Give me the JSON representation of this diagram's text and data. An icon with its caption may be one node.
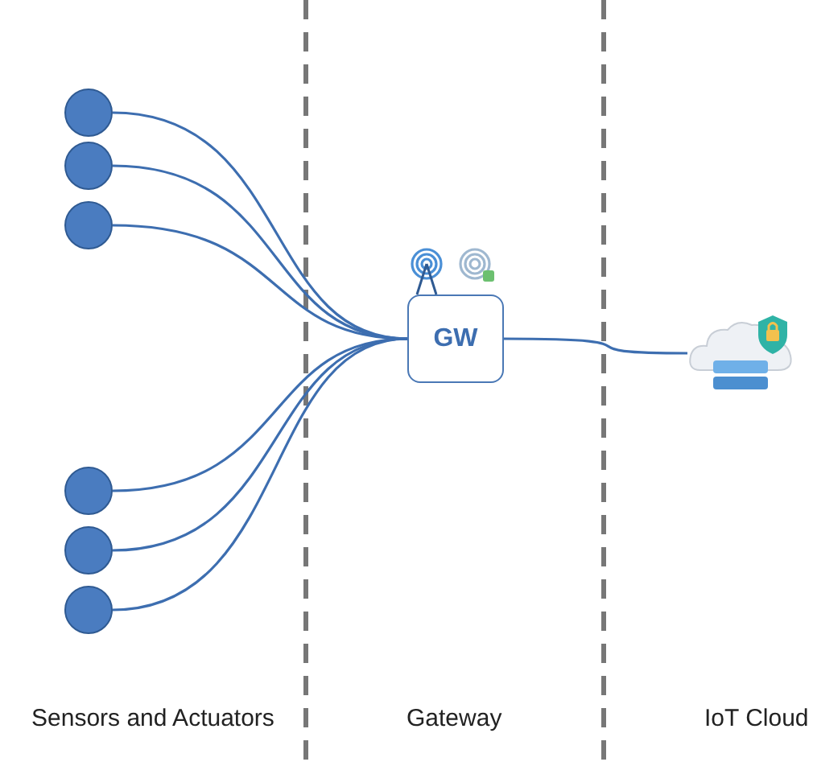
{
  "diagram": {
    "nodes": [
      {
        "text": [],
        "shape": "circle"
      },
      {
        "text": [],
        "shape": "circle"
      },
      {
        "text": [],
        "shape": "circle"
      },
      {
        "text": [],
        "shape": "circle"
      },
      {
        "text": [],
        "shape": "circle"
      },
      {
        "text": [],
        "shape": "circle"
      },
      {
        "text": [
          "GW"
        ]
      },
      {
        "text": [],
        "shape": "cloud"
      }
    ],
    "edges": [
      {
        "from": 0,
        "to": 6,
        "arrow": "none"
      },
      {
        "from": 1,
        "to": 6,
        "arrow": "none"
      },
      {
        "from": 2,
        "to": 6,
        "arrow": "none"
      },
      {
        "from": 3,
        "to": 6,
        "arrow": "none"
      },
      {
        "from": 4,
        "to": 6,
        "arrow": "none"
      },
      {
        "from": 5,
        "to": 6,
        "arrow": "none"
      },
      {
        "from": 6,
        "to": 7,
        "arrow": "none"
      }
    ],
    "labels": [
      "Sensors and Actuators",
      "Gateway",
      "IoT Cloud"
    ]
  }
}
